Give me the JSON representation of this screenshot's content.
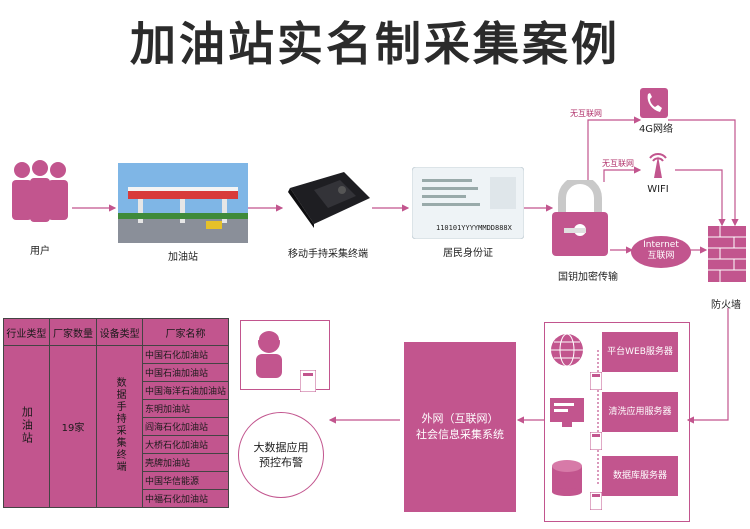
{
  "title": "加油站实名制采集案例",
  "flow": {
    "user_label": "用户",
    "station_label": "加油站",
    "terminal_label": "移动手持采集终端",
    "idcard_label": "居民身份证",
    "lock_label": "国钥加密传输",
    "firewall_label": "防火墙",
    "network_4g_label": "4G网络",
    "wifi_label": "WIFI",
    "internet_label_en": "Internet",
    "internet_label_cn": "互联网",
    "no_internet_label_1": "无互联网",
    "no_internet_label_2": "无互联网",
    "idcard_number": "110101YYYYMMDD888X"
  },
  "servers": {
    "web": "平台WEB服务器",
    "clean": "清洗应用服务器",
    "db": "数据库服务器"
  },
  "system": {
    "line1": "外网（互联网）",
    "line2": "社会信息采集系统"
  },
  "bigdata": {
    "line1": "大数据应用",
    "line2": "预控布警"
  },
  "table": {
    "headers": [
      "行业类型",
      "厂家数量",
      "设备类型",
      "厂家名称"
    ],
    "industry": "加油站",
    "count": "19家",
    "device": "数据手持采集终端",
    "vendors": [
      "中国石化加油站",
      "中国石油加油站",
      "中国海洋石油加油站",
      "东明加油站",
      "阎海石化加油站",
      "大桥石化加油站",
      "壳牌加油站",
      "中国华信能源",
      "中福石化加油站"
    ]
  },
  "colors": {
    "accent": "#c2558e",
    "line": "#c2558e"
  }
}
